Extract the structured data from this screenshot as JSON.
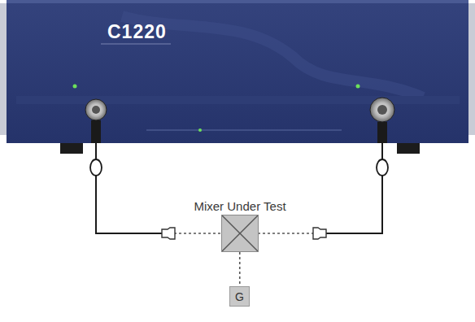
{
  "diagram": {
    "nodes": [
      {
        "text": [
          "C1220"
        ]
      },
      {
        "text": [
          "Mixer Under Test"
        ]
      },
      {
        "text": [
          "G"
        ]
      }
    ],
    "edges": [
      {
        "from": 0,
        "to": 1,
        "arrow": "none"
      },
      {
        "from": 0,
        "to": 1,
        "arrow": "none"
      },
      {
        "from": 1,
        "to": 2,
        "arrow": "none"
      }
    ]
  }
}
